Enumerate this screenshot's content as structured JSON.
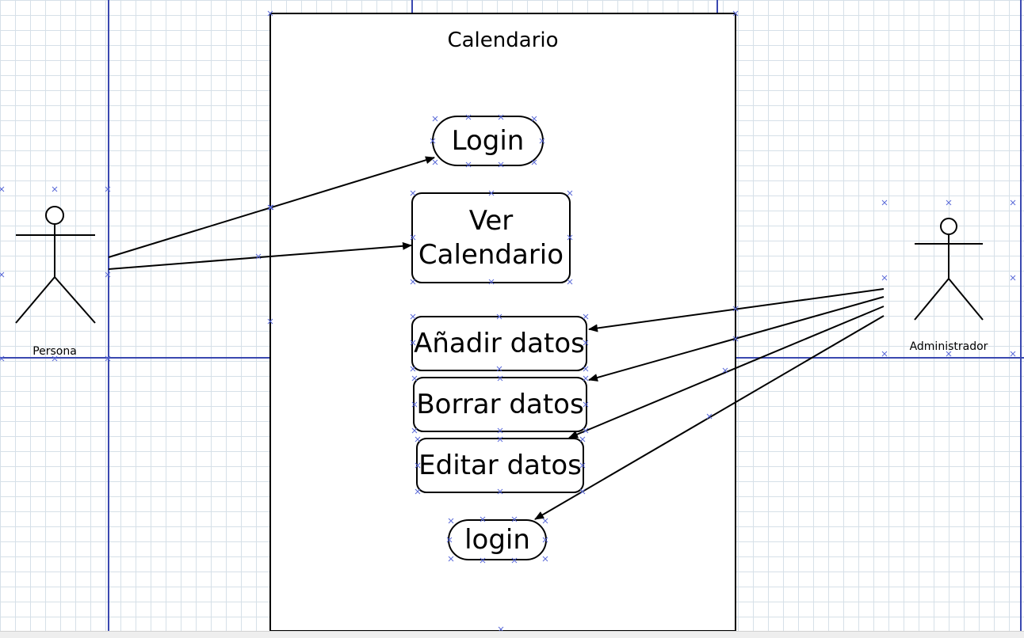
{
  "diagram": {
    "system_title": "Calendario",
    "use_cases": {
      "login_top": "Login",
      "ver_calendario_line1": "Ver",
      "ver_calendario_line2": "Calendario",
      "anadir_datos": "Añadir datos",
      "borrar_datos": "Borrar datos",
      "editar_datos": "Editar datos",
      "login_bottom": "login"
    },
    "actors": {
      "persona": "Persona",
      "administrador": "Administrador"
    },
    "associations": [
      {
        "from": "Persona",
        "to": "Login"
      },
      {
        "from": "Persona",
        "to": "Ver Calendario"
      },
      {
        "from": "Administrador",
        "to": "Añadir datos"
      },
      {
        "from": "Administrador",
        "to": "Borrar datos"
      },
      {
        "from": "Administrador",
        "to": "Editar datos"
      },
      {
        "from": "Administrador",
        "to": "login"
      }
    ]
  },
  "colors": {
    "grid": "#d6e0e8",
    "guide_lines": "#3a48b0",
    "selection_markers": "#5a6ad8",
    "stroke": "#000000"
  }
}
